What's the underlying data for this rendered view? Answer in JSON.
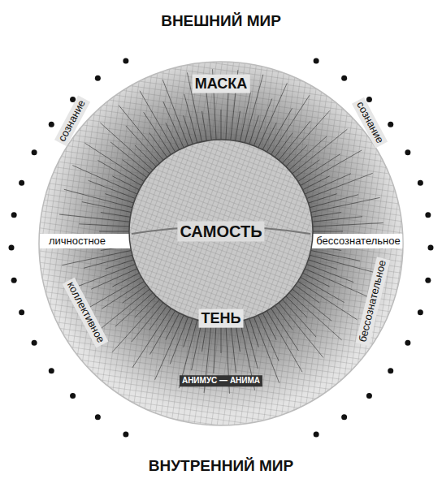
{
  "diagram": {
    "nodes": [
      {
        "text": [
          "ВНЕШНИЙ МИР",
          "ВНУТРЕННИЙ МИР"
        ]
      },
      {
        "text": [
          "МАСКА",
          "сознание",
          "сознание",
          "личностное",
          "бессознательное",
          "коллективное",
          "бессознательное",
          "ТЕНЬ",
          "АНИМУС — АНИМА"
        ],
        "in": 0
      },
      {
        "text": [
          "САМОСТЬ"
        ],
        "in": 1
      }
    ]
  }
}
